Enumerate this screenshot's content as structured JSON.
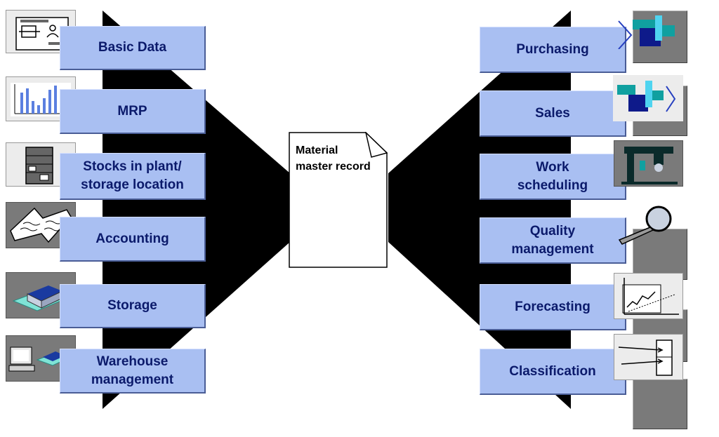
{
  "left_items": [
    {
      "label": "Basic Data",
      "icon": "material-master-card-icon"
    },
    {
      "label": "MRP",
      "icon": "bar-chart-icon"
    },
    {
      "label": "Stocks in plant/\nstorage location",
      "icon": "storage-cabinet-icon"
    },
    {
      "label": "Accounting",
      "icon": "open-book-icon"
    },
    {
      "label": "Storage",
      "icon": "warehouse-building-icon"
    },
    {
      "label": "Warehouse\nmanagement",
      "icon": "computer-warehouse-icon"
    }
  ],
  "center": {
    "label": "Material\nmaster record",
    "icon": "document-icon"
  },
  "right_items": [
    {
      "label": "Purchasing",
      "icon": "purchasing-blocks-arrow-icon"
    },
    {
      "label": "Sales",
      "icon": "sales-blocks-arrow-icon"
    },
    {
      "label": "Work\nscheduling",
      "icon": "machine-tool-icon"
    },
    {
      "label": "Quality\nmanagement",
      "icon": "magnifying-glass-icon"
    },
    {
      "label": "Forecasting",
      "icon": "forecast-graph-icon"
    },
    {
      "label": "Classification",
      "icon": "classification-arrows-icon"
    }
  ],
  "colors": {
    "box_fill": "#a9bff2",
    "box_text": "#0b1a6b",
    "funnel": "#000000",
    "tile": "#7a7a7a"
  }
}
